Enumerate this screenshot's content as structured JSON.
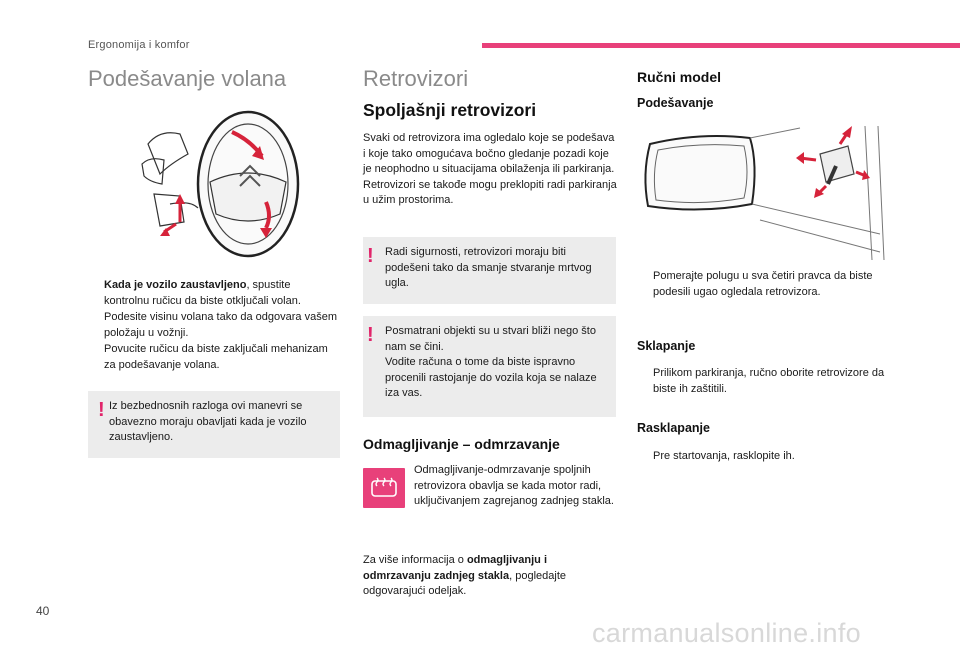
{
  "header": {
    "section_label": "Ergonomija i komfor",
    "accent_color": "#e8407a"
  },
  "steering": {
    "title": "Podešavanje volana",
    "figure_icon": "steering-wheel-illustration",
    "bullets": [
      {
        "bold": "Kada je vozilo zaustavljeno",
        "text": ", spustite kontrolnu ručicu da biste otključali volan."
      },
      {
        "bold": "",
        "text": "Podesite visinu volana tako da odgovara vašem položaju u vožnji."
      },
      {
        "bold": "",
        "text": "Povucite ručicu da biste zaključali mehanizam za podešavanje volana."
      }
    ],
    "warning": "Iz bezbednosnih razloga ovi manevri se obavezno moraju obavljati kada je vozilo zaustavljeno."
  },
  "mirrors": {
    "title": "Retrovizori",
    "exterior_title": "Spoljašnji retrovizori",
    "intro": "Svaki od retrovizora ima ogledalo koje se podešava i koje tako omogućava bočno gledanje pozadi koje je neophodno u situacijama obilaženja ili parkiranja. Retrovizori se takođe mogu preklopiti radi parkiranja u užim prostorima.",
    "warning1": "Radi sigurnosti, retrovizori moraju biti podešeni tako da smanje stvaranje mrtvog ugla.",
    "warning2": "Posmatrani objekti su u stvari bliži nego što nam se čini.\nVodite računa o tome da biste ispravno procenili rastojanje do vozila koja se nalaze iza vas.",
    "defrost_title": "Odmagljivanje – odmrzavanje",
    "defrost_icon": "rear-window-defrost-icon",
    "defrost_text": "Odmagljivanje-odmrzavanje spoljnih retrovizora obavlja se kada motor radi, uključivanjem zagrejanog zadnjeg stakla.",
    "more_info_prefix": "Za više informacija o ",
    "more_info_bold": "odmagljivanju i odmrzavanju zadnjeg stakla",
    "more_info_suffix": ", pogledajte odgovarajući odeljak."
  },
  "manual": {
    "title": "Ručni model",
    "adjust_title": "Podešavanje",
    "figure_icon": "mirror-adjust-lever-illustration",
    "adjust_bullet": "Pomerajte polugu u sva četiri pravca da biste podesili ugao ogledala retrovizora.",
    "fold_title": "Sklapanje",
    "fold_bullet": "Prilikom parkiranja, ručno oborite retrovizore da biste ih zaštitili.",
    "unfold_title": "Rasklapanje",
    "unfold_bullet": "Pre startovanja, rasklopite ih."
  },
  "footer": {
    "page_number": "40",
    "watermark": "carmanualsonline.info"
  },
  "glyphs": {
    "bullet": "",
    "warning": "!"
  }
}
